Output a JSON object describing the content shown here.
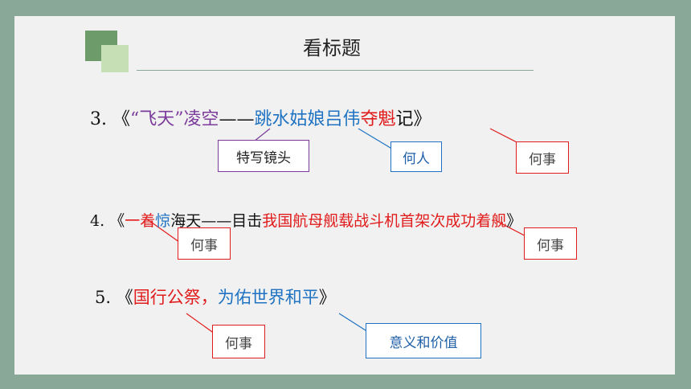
{
  "title": "看标题",
  "items": [
    {
      "number": "3.",
      "segments": [
        {
          "text": "《",
          "color": "black"
        },
        {
          "text": "“飞天”凌空",
          "color": "purple"
        },
        {
          "text": "——",
          "color": "black"
        },
        {
          "text": "跳水姑娘吕伟",
          "color": "blue"
        },
        {
          "text": "夺魁",
          "color": "red"
        },
        {
          "text": "记》",
          "color": "black"
        }
      ],
      "annotations": [
        "特写镜头",
        "何人",
        "何事"
      ]
    },
    {
      "number": "4.",
      "segments": [
        {
          "text": "《",
          "color": "black"
        },
        {
          "text": "一着",
          "color": "red"
        },
        {
          "text": "惊",
          "color": "blue"
        },
        {
          "text": "海天——目击",
          "color": "black"
        },
        {
          "text": "我国航母舰载战斗机首架次成功着舰",
          "color": "red"
        },
        {
          "text": "》",
          "color": "black"
        }
      ],
      "annotations": [
        "何事",
        "何事"
      ]
    },
    {
      "number": "5.",
      "segments": [
        {
          "text": "《",
          "color": "black"
        },
        {
          "text": "国行公祭，",
          "color": "red"
        },
        {
          "text": "为佑世界和平",
          "color": "blue"
        },
        {
          "text": "》",
          "color": "black"
        }
      ],
      "annotations": [
        "何事",
        "意义和价值"
      ]
    }
  ],
  "colors": {
    "background": "#8aa898",
    "slide": "#f1f1f1",
    "purple": "#7a3b9a",
    "blue": "#1f73c2",
    "red": "#e11c1c"
  }
}
